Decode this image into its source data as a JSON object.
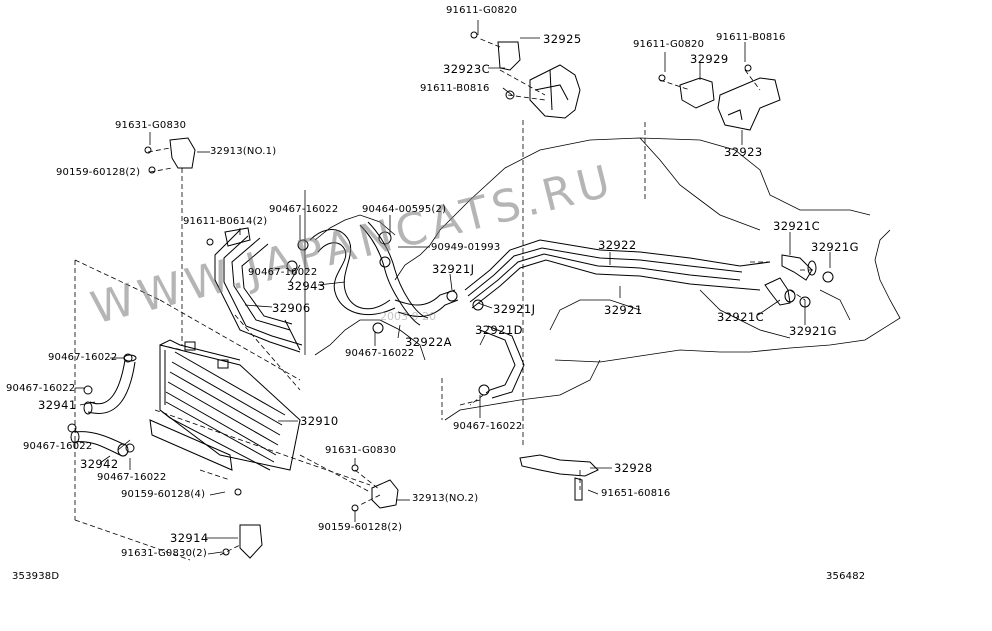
{
  "watermark": "WWW.JAPANCATS.RU",
  "watermark_sub": "2003 0 20",
  "footer": {
    "left_code": "353938D",
    "right_code": "356482"
  },
  "labels": {
    "l_91611_G0820_top": "91611-G0820",
    "l_32925": "32925",
    "l_32923C": "32923C",
    "l_91611_B0816_mid": "91611-B0816",
    "l_91611_G0820_right": "91611-G0820",
    "l_91611_B0816_right": "91611-B0816",
    "l_32929": "32929",
    "l_32923": "32923",
    "l_91631_G0830_top": "91631-G0830",
    "l_32913_no1": "32913(NO.1)",
    "l_90159_60128_2_top": "90159-60128(2)",
    "l_90467_16022_a": "90467-16022",
    "l_90464_00595": "90464-00595(2)",
    "l_91611_B0614": "91611-B0614(2)",
    "l_90949_01993": "90949-01993",
    "l_90467_16022_b": "90467-16022",
    "l_32943": "32943",
    "l_32921J_a": "32921J",
    "l_32922": "32922",
    "l_32921C_top": "32921C",
    "l_32921G_top": "32921G",
    "l_32906": "32906",
    "l_32921J_b": "32921J",
    "l_32921": "32921",
    "l_32921C_bot": "32921C",
    "l_32921G_bot": "32921G",
    "l_32922A": "32922A",
    "l_90467_16022_c": "90467-16022",
    "l_32921D": "32921D",
    "l_90467_16022_d": "90467-16022",
    "l_90467_16022_e": "90467-16022",
    "l_32941": "32941",
    "l_32910": "32910",
    "l_90467_16022_f": "90467-16022",
    "l_90467_16022_g": "90467-16022",
    "l_32942": "32942",
    "l_90467_16022_h": "90467-16022",
    "l_91631_G0830_mid": "91631-G0830",
    "l_32928": "32928",
    "l_90159_60128_4": "90159-60128(4)",
    "l_91651_60816": "91651-60816",
    "l_32913_no2": "32913(NO.2)",
    "l_32914": "32914",
    "l_90159_60128_2_bot": "90159-60128(2)",
    "l_91631_G0830_2": "91631-G0830(2)"
  }
}
